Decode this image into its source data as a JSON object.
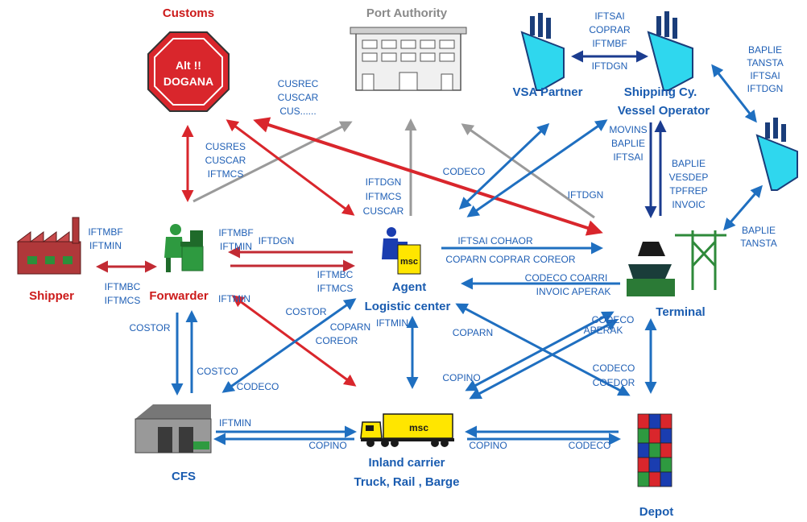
{
  "colors": {
    "blue": "#1f6fc0",
    "dark_blue": "#1b3c8f",
    "red": "#d9262c",
    "dark_red": "#c22a33",
    "gray": "#9a9a9a",
    "title_red": "#cc1a1a",
    "title_blue": "#1a5cb0",
    "title_gray": "#8a8a8a"
  },
  "nodes": {
    "customs": {
      "title": "Customs",
      "sign_line1": "Alt !!",
      "sign_line2": "DOGANA",
      "icon": "stop-sign-icon"
    },
    "port_authority": {
      "title": "Port Authority",
      "icon": "building-icon"
    },
    "vsa_partner": {
      "title": "VSA Partner",
      "icon": "ship-icon"
    },
    "shipping_cy": {
      "title_line1": "Shipping Cy.",
      "title_line2": "Vessel Operator",
      "icon": "ship-icon"
    },
    "shipper": {
      "title": "Shipper",
      "icon": "factory-icon"
    },
    "forwarder": {
      "title": "Forwarder",
      "icon": "person-at-desk-icon"
    },
    "agent": {
      "title_line1": "Agent",
      "title_line2": "Logistic center",
      "logo": "msc",
      "icon": "agent-at-desk-icon"
    },
    "terminal": {
      "title": "Terminal",
      "icon": "crane-icon"
    },
    "cfs": {
      "title": "CFS",
      "icon": "warehouse-icon"
    },
    "inland": {
      "title_line1": "Inland carrier",
      "title_line2": "Truck, Rail , Barge",
      "logo": "msc",
      "icon": "truck-icon"
    },
    "depot": {
      "title": "Depot",
      "icon": "container-stack-icon"
    },
    "ship_right": {
      "icon": "ship-icon"
    }
  },
  "messages": {
    "vsa_shipping": [
      "IFTSAI",
      "COPRAR",
      "IFTMBF",
      "IFTDGN"
    ],
    "shipping_right": [
      "BAPLIE",
      "TANSTA",
      "IFTSAI",
      "IFTDGN"
    ],
    "right_terminal": [
      "BAPLIE",
      "TANSTA"
    ],
    "customs_agent": [
      "CUSREC",
      "CUSCAR",
      "CUS......"
    ],
    "forwarder_customs": [
      "CUSRES",
      "CUSCAR",
      "IFTMCS"
    ],
    "agent_port": [
      "IFTDGN",
      "IFTMCS",
      "CUSCAR"
    ],
    "codeco_top": "CODECO",
    "iftdgn_terminal": "IFTDGN",
    "shipping_terminal_left": [
      "MOVINS",
      "BAPLIE",
      "IFTSAI"
    ],
    "shipping_terminal_right": [
      "BAPLIE",
      "VESDEP",
      "TPFREP",
      "INVOIC"
    ],
    "shipper_forwarder_top": [
      "IFTMBF",
      "IFTMIN"
    ],
    "shipper_forwarder_bottom": [
      "IFTMBC",
      "IFTMCS"
    ],
    "forwarder_agent_top": [
      "IFTMBF",
      "IFTMIN"
    ],
    "forwarder_agent_iftdgn": "IFTDGN",
    "forwarder_agent_bottom": [
      "IFTMBC",
      "IFTMCS"
    ],
    "agent_terminal_out": [
      "IFTSAI  COHAOR",
      "COPARN  COPRAR COREOR"
    ],
    "terminal_agent_in": [
      "CODECO  COARRI",
      "INVOIC  APERAK"
    ],
    "forwarder_iftmin": "IFTMIN",
    "costor_left": "COSTOR",
    "costco": "COSTCO",
    "costor_mid": "COSTOR",
    "codeco_cfs": "CODECO",
    "coparn_coreor": [
      "COPARN",
      "COREOR"
    ],
    "agent_inland": "IFTMIN",
    "coparn_mid": "COPARN",
    "terminal_inland": [
      "CODECO",
      "APERAK"
    ],
    "copino_mid": "COPINO",
    "depot_agent": [
      "CODECO",
      "COEDOR"
    ],
    "cfs_inland_top": "IFTMIN",
    "cfs_inland_bottom": "COPINO",
    "inland_depot_left": "COPINO",
    "inland_depot_right": "CODECO"
  }
}
